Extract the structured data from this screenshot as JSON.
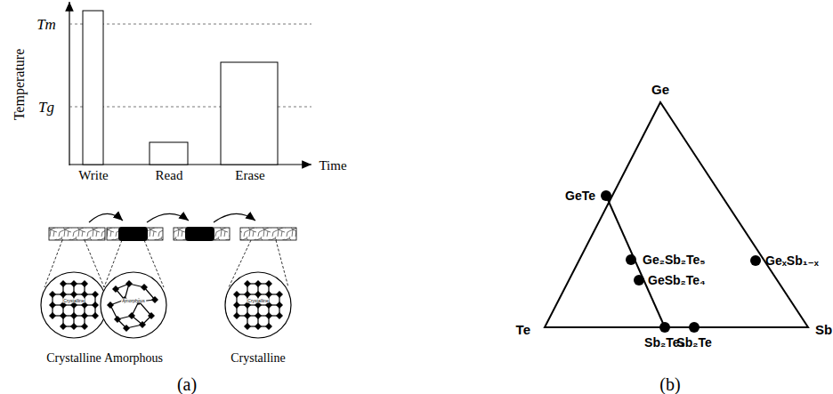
{
  "diagram": {
    "labels": [
      "Tm",
      "Tg",
      "Temperature",
      "Write",
      "Read",
      "Erase",
      "Time",
      "Crystalline",
      "Amorphous",
      "Crystalline",
      "Crystalline",
      "Amorphous",
      "Crystalline",
      "(a)",
      "Ge",
      "GeTe",
      "Ge₂Sb₂Te₅",
      "GeSb₂Te₄",
      "GeₓSb₁₋ₓ",
      "Te",
      "Sb₂Te₃",
      "Sb₂Te",
      "Sb",
      "(b)"
    ]
  }
}
